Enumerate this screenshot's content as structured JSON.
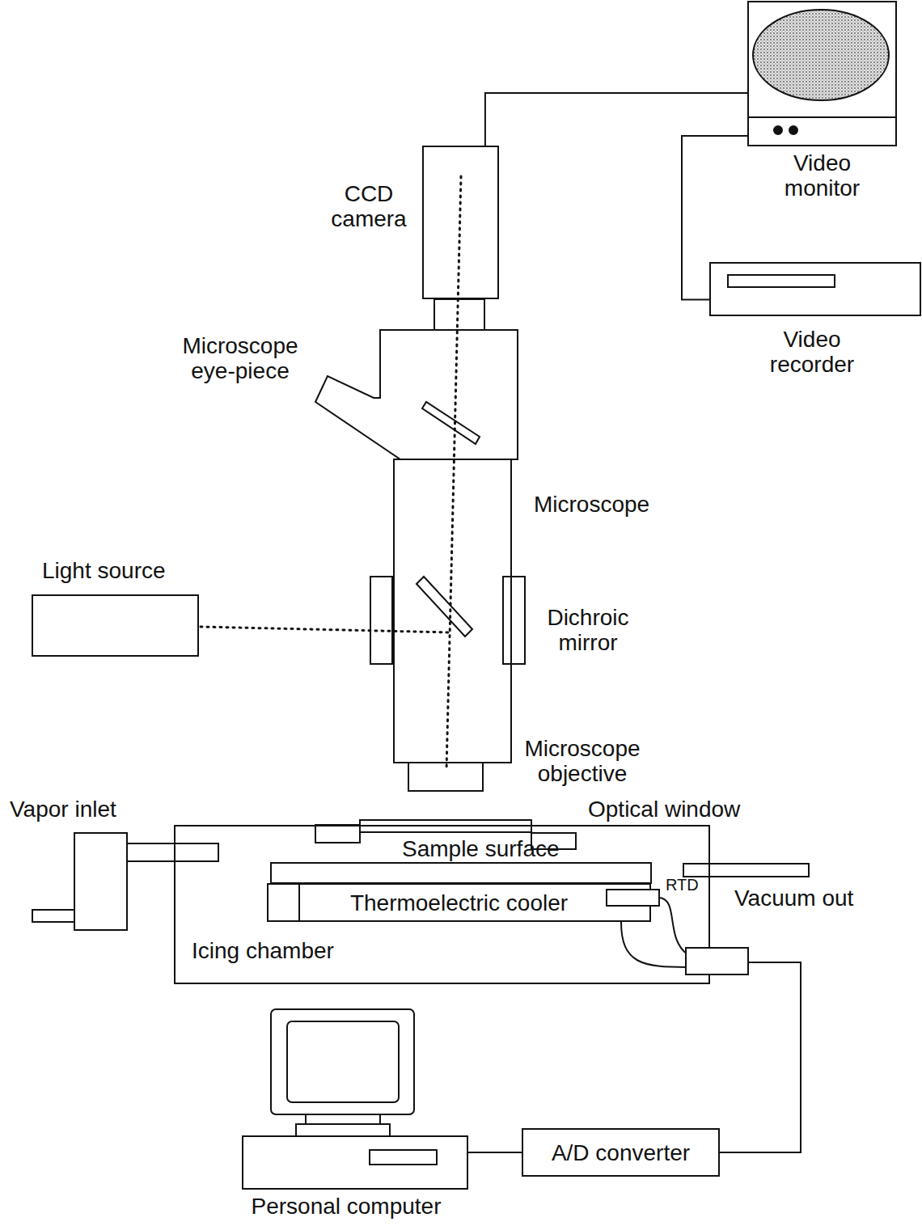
{
  "diagram": {
    "nodes": [
      {
        "text": [
          "Video monitor"
        ]
      },
      {
        "text": [
          "CCD camera"
        ]
      },
      {
        "text": [
          "Video recorder"
        ]
      },
      {
        "text": [
          "Icing chamber"
        ]
      },
      {
        "text": [
          "Thermoelectric cooler"
        ],
        "in": 3
      },
      {
        "text": [
          "A/D converter"
        ]
      },
      {
        "text": [
          "Personal computer"
        ]
      }
    ],
    "edges": [
      {
        "from": 1,
        "to": 0,
        "arrow": "none"
      },
      {
        "from": 0,
        "to": 2,
        "arrow": "none"
      },
      {
        "from": 3,
        "to": 5,
        "arrow": "none"
      },
      {
        "from": 5,
        "to": 6,
        "arrow": "none"
      }
    ],
    "labels": [
      "Microscope eye-piece",
      "Microscope",
      "Light source",
      "Dichroic mirror",
      "Microscope objective",
      "Vapor inlet",
      "Optical window",
      "Sample surface",
      "RTD",
      "Vacuum out"
    ]
  }
}
